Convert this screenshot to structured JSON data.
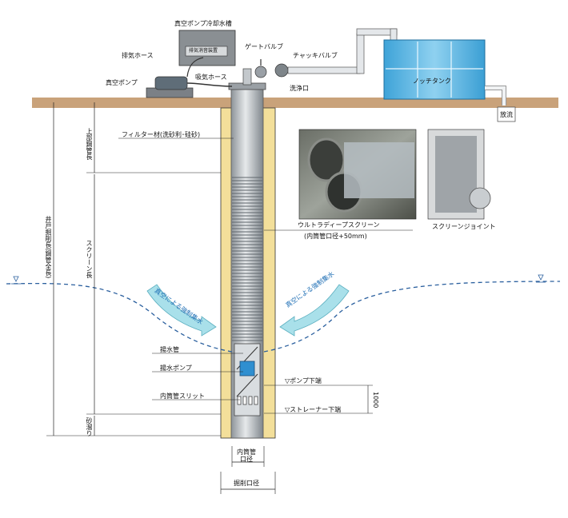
{
  "labels": {
    "cooling_tank": "真空ポンプ冷却水槽",
    "silencer": "排気消音装置",
    "exhaust_hose": "排気ホース",
    "gate_valve": "ゲートバルブ",
    "check_valve": "チャッキバルブ",
    "suction_hose": "吸気ホース",
    "vacuum_pump": "真空ポンプ",
    "flush_port": "洗浄口",
    "notch_tank": "ノッチタンク",
    "discharge": "放流",
    "upper_pipe_length": "上部鋼管長",
    "filter_material": "フィルター材(洗砂利･硅砂)",
    "well_depth": "井戸掘削長(鋼管全長)",
    "screen_length": "スクリーン長",
    "ultra_deep_screen": "ウルトラディープスクリーン",
    "inner_pipe_note": "(内筒管口径+50mm)",
    "screen_joint": "スクリーンジョイント",
    "vacuum_left": "真空による強制集水",
    "vacuum_right": "真空による強制集水",
    "pumping_pipe": "揚水管",
    "pumping_pump": "揚水ポンプ",
    "inner_slit": "内筒管スリット",
    "pump_bottom": "▽ポンプ下端",
    "strainer_bottom": "▽ストレーナー下端",
    "dim_1000": "1000",
    "sand_trap": "砂溜り",
    "inner_diameter_line1": "内筒管",
    "inner_diameter_line2": "口径",
    "bore_diameter": "掘削口径"
  },
  "colors": {
    "ground": "#c9a27a",
    "gravel": "#f3df9a",
    "pipe": "#b9bec3",
    "water_line": "#2a5f9e",
    "arrow": "#8fd3df",
    "tank": "#58b7e4"
  }
}
